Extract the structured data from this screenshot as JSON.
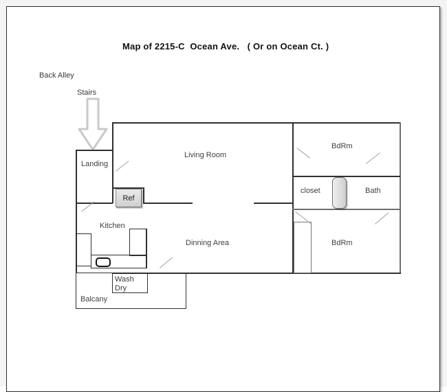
{
  "document": {
    "title": "Map of 2215-C  Ocean Ave.   ( Or on Ocean Ct. )"
  },
  "annotations": {
    "back_alley": "Back Alley",
    "stairs": "Stairs"
  },
  "rooms": [
    {
      "key": "landing",
      "label": "Landing"
    },
    {
      "key": "living_room",
      "label": "Living Room"
    },
    {
      "key": "kitchen",
      "label": "Kitchen"
    },
    {
      "key": "dinning_area",
      "label": "Dinning Area"
    },
    {
      "key": "balcany",
      "label": "Balcany"
    },
    {
      "key": "bedroom_top",
      "label": "BdRm"
    },
    {
      "key": "bedroom_bottom",
      "label": "BdRm"
    },
    {
      "key": "closet",
      "label": "closet"
    },
    {
      "key": "bath",
      "label": "Bath"
    }
  ],
  "fixtures": [
    {
      "key": "refrigerator",
      "label": "Ref"
    },
    {
      "key": "washer",
      "label": "Wash"
    },
    {
      "key": "dryer",
      "label": "Dry"
    }
  ],
  "icons": {
    "stairs_arrow": "down-arrow-icon",
    "sink": "sink-icon",
    "tub": "bathtub-icon"
  },
  "colors": {
    "wall": "#2f2f2f",
    "wall_gray": "#6e6e6e",
    "text": "#3a3a3a",
    "title_text": "#111111",
    "arrow_outline": "#c9c9c9",
    "appliance_fill": "#dcdcdc",
    "sheet_border": "#2b2b2b",
    "page_background": "#f4f4f4"
  }
}
